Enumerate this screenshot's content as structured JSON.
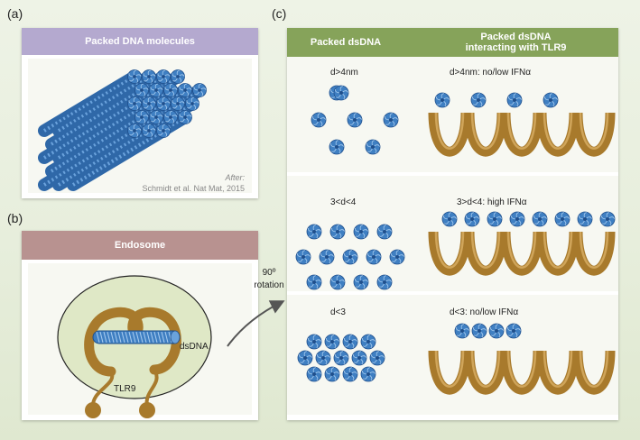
{
  "panels": {
    "a": {
      "label": "(a)",
      "title": "Packed DNA molecules",
      "after_label": "After:",
      "citation": "Schmidt et al. Nat Mat, 2015"
    },
    "b": {
      "label": "(b)",
      "title": "Endosome",
      "dsdna_label": "dsDNA",
      "tlr9_label": "TLR9"
    },
    "c": {
      "label": "(c)",
      "col1_header": "Packed dsDNA",
      "col2_header_line1": "Packed dsDNA",
      "col2_header_line2": "interacting with TLR9",
      "rows": [
        {
          "spacing": "d>4nm",
          "result": "d>4nm: no/low IFNα"
        },
        {
          "spacing": "3<d<4",
          "result": "3>d<4: high IFNα"
        },
        {
          "spacing": "d<3",
          "result": "d<3: no/low IFNα"
        }
      ]
    }
  },
  "arrow": {
    "line1": "90º",
    "line2": "rotation"
  },
  "colors": {
    "dna_blue": "#3f7fc2",
    "tlr9_gold": "#a87a2c",
    "header_a": "#b4a9cf",
    "header_b": "#b89290",
    "header_c": "#86a35a",
    "endosome": "#dfe8c6"
  }
}
